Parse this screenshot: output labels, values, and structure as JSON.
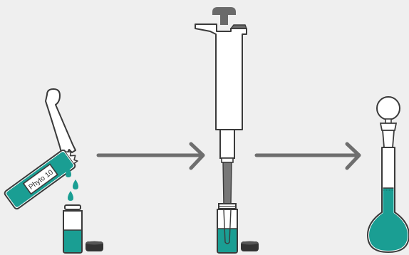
{
  "colors": {
    "background": "#efefef",
    "outline": "#3a3a3a",
    "liquid": "#1a9e93",
    "liquid_light": "#4cc2b6",
    "arrow": "#6e6e6e",
    "cap": "#333333",
    "tip": "#777777",
    "plunger": "#6a6a6a"
  },
  "steps": [
    {
      "id": "open-ampoule-and-add-drops"
    },
    {
      "id": "pipette-into-vial"
    },
    {
      "id": "transfer-to-volumetric-flask"
    }
  ],
  "ampoule": {
    "label": "Phyto 10"
  }
}
